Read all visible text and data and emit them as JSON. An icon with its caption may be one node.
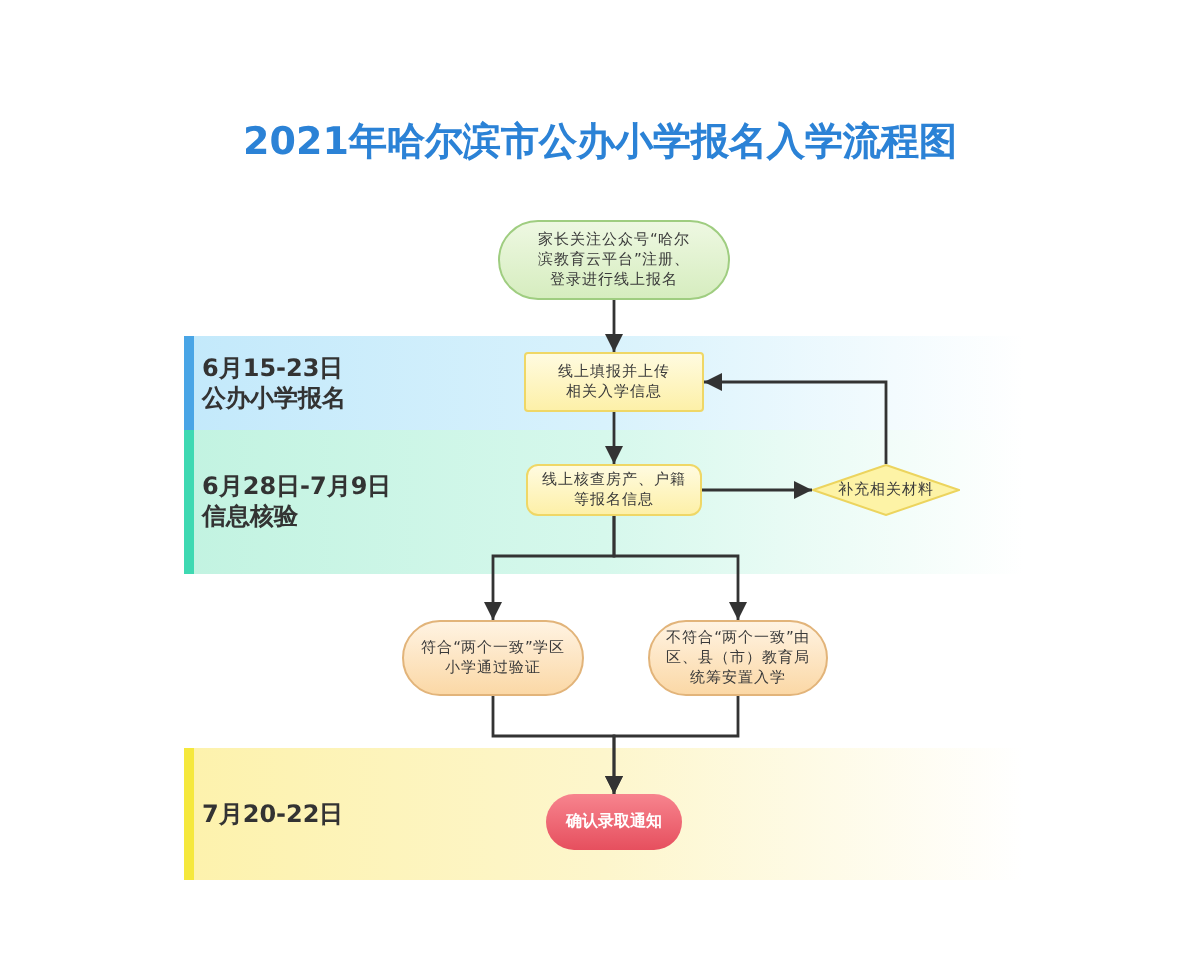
{
  "diagram": {
    "title": "2021年哈尔滨市公办小学报名入学流程图",
    "nodes": [
      {
        "text": [
          "家长关注公众号“哈尔滨教育云平台”注册、登录进行线上报名"
        ]
      },
      {
        "text": [
          "6月15-23日",
          "公办小学报名"
        ]
      },
      {
        "text": [
          "线上填报并上传相关入学信息"
        ],
        "in": 1
      },
      {
        "text": [
          "6月28日-7月9日",
          "信息核验"
        ]
      },
      {
        "text": [
          "线上核查房产、户籍等报名信息"
        ],
        "in": 3
      },
      {
        "text": [
          "补充相关材料"
        ],
        "in": 3
      },
      {
        "text": [
          "符合“两个一致”学区小学通过验证"
        ]
      },
      {
        "text": [
          "不符合“两个一致”由区、县（市）教育局统筹安置入学"
        ]
      },
      {
        "text": [
          "7月20-22日"
        ]
      },
      {
        "text": [
          "确认录取通知"
        ],
        "in": 8
      }
    ],
    "edges": [
      {
        "from": 0,
        "to": 2,
        "arrow": "to"
      },
      {
        "from": 2,
        "to": 4,
        "arrow": "to"
      },
      {
        "from": 4,
        "to": 5,
        "arrow": "to"
      },
      {
        "from": 5,
        "to": 2,
        "arrow": "to"
      },
      {
        "from": 4,
        "to": 6,
        "arrow": "to"
      },
      {
        "from": 4,
        "to": 7,
        "arrow": "to"
      },
      {
        "from": 6,
        "to": 9,
        "arrow": "to"
      },
      {
        "from": 7,
        "to": 9,
        "arrow": "to"
      }
    ]
  }
}
